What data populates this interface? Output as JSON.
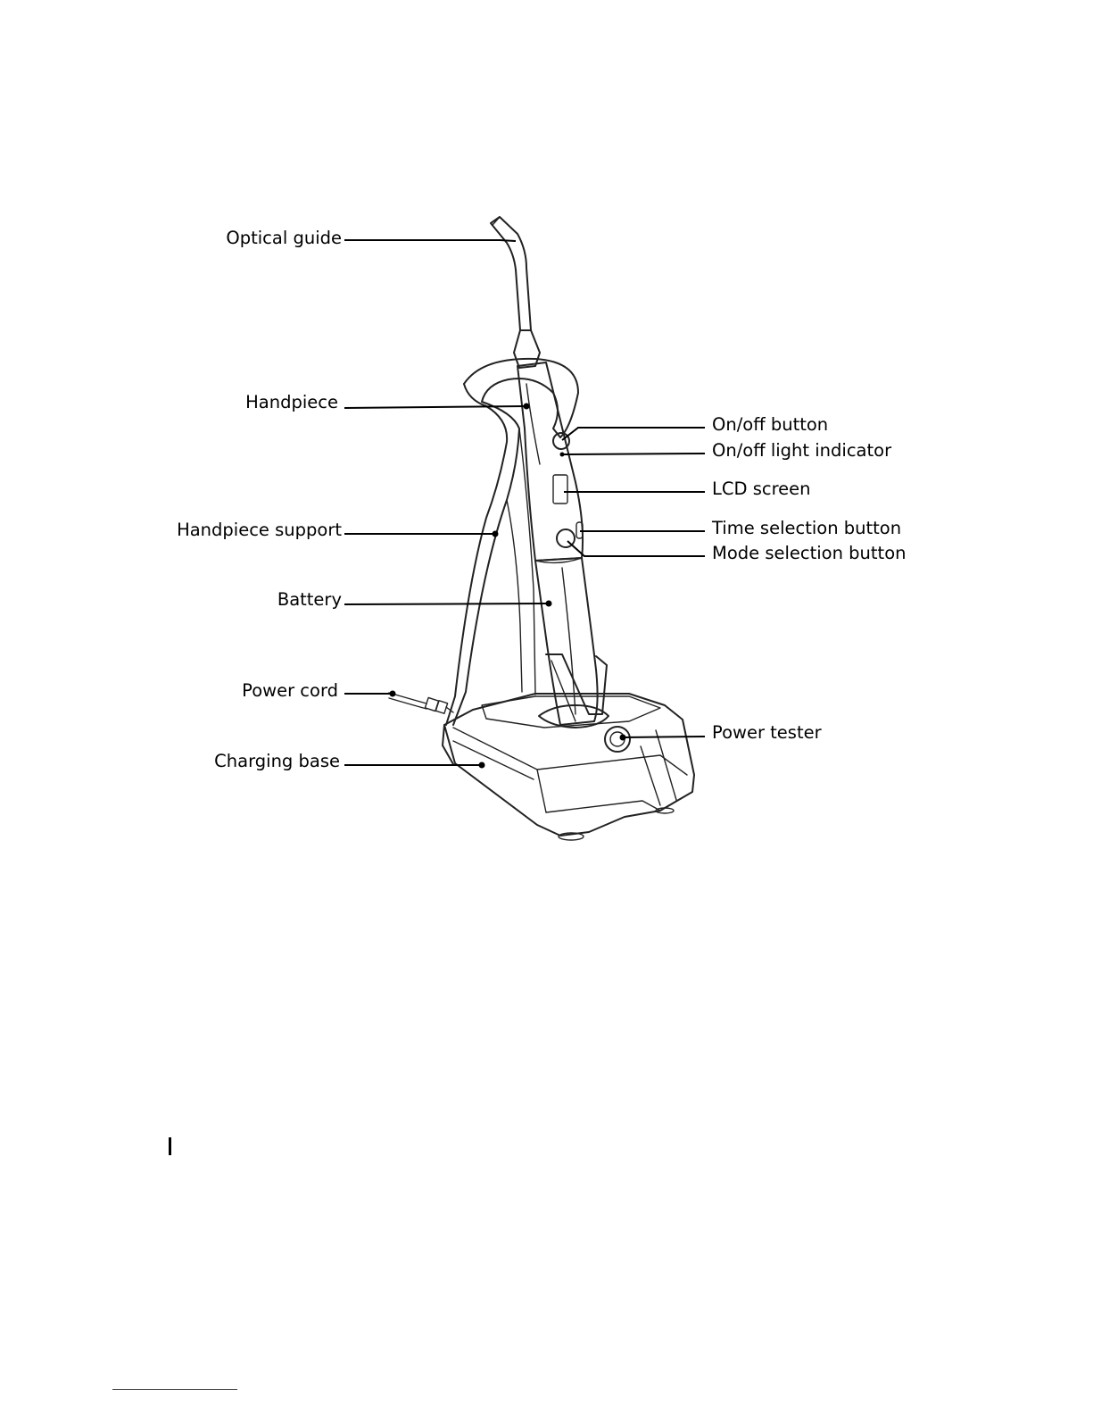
{
  "diagram": {
    "labels": {
      "optical_guide": "Optical guide",
      "handpiece": "Handpiece",
      "handpiece_support": "Handpiece support",
      "battery": "Battery",
      "power_cord": "Power cord",
      "charging_base": "Charging base",
      "on_off_button": "On/off button",
      "on_off_light_indicator": "On/off light indicator",
      "lcd_screen": "LCD screen",
      "time_selection_button": "Time selection button",
      "mode_selection_button": "Mode selection button",
      "power_tester": "Power tester"
    }
  }
}
